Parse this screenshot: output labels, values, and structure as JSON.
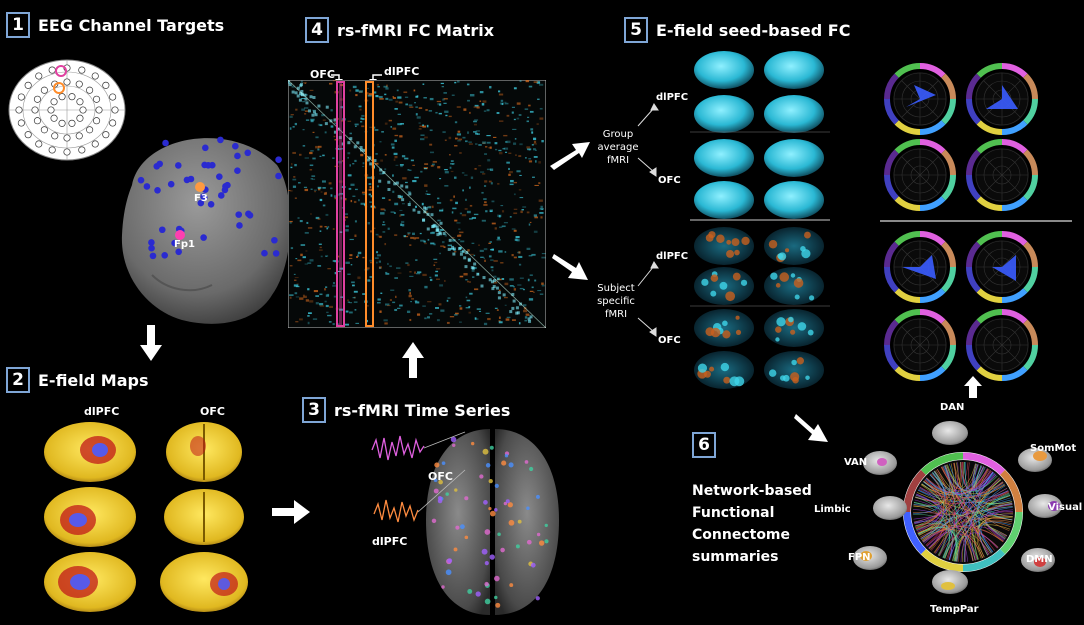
{
  "steps": {
    "s1": {
      "number": "1",
      "title": "EEG Channel Targets"
    },
    "s2": {
      "number": "2",
      "title": "E-field Maps"
    },
    "s3": {
      "number": "3",
      "title": "rs-fMRI Time Series"
    },
    "s4": {
      "number": "4",
      "title": "rs-fMRI FC Matrix"
    },
    "s5": {
      "number": "5",
      "title": "E-field seed-based FC"
    },
    "s6": {
      "number": "6",
      "title": "Network-based Functional Connectome summaries"
    }
  },
  "electrodes": {
    "f3": "F3",
    "fp1": "Fp1"
  },
  "efield": {
    "col1": "dlPFC",
    "col2": "OFC"
  },
  "timeseries": {
    "ofc": "OFC",
    "dlpfc": "dlPFC"
  },
  "matrix": {
    "ofc": "OFC",
    "dlpfc": "dlPFC"
  },
  "seed": {
    "group": "Group average fMRI",
    "subject": "Subject specific fMRI",
    "dlpfc_a": "dlPFC",
    "ofc_a": "OFC",
    "dlpfc_b": "dlPFC",
    "ofc_b": "OFC"
  },
  "summary_lines": [
    "Network-based",
    "Functional",
    "Connectome",
    "summaries"
  ],
  "networks": {
    "dan": "DAN",
    "sommot": "SomMot",
    "visual": "Visual",
    "dmn": "DMN",
    "temppar": "TempPar",
    "fpn": "FPN",
    "limbic": "Limbic",
    "van": "VAN"
  },
  "colors": {
    "badge_border": "#7fa6d6",
    "ofc_stripe": "#e040a0",
    "dlpfc_stripe": "#ff8c2a",
    "brain_cyan": "#3fd4e8",
    "efield_yellow": "#f0d23a",
    "fc_blue": "#3a5cff"
  }
}
